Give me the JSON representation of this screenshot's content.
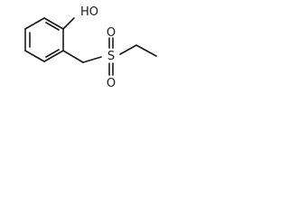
{
  "molecule": {
    "atoms": {
      "oh": "HO",
      "s": "S",
      "o_top": "O",
      "o_bottom": "O"
    }
  }
}
